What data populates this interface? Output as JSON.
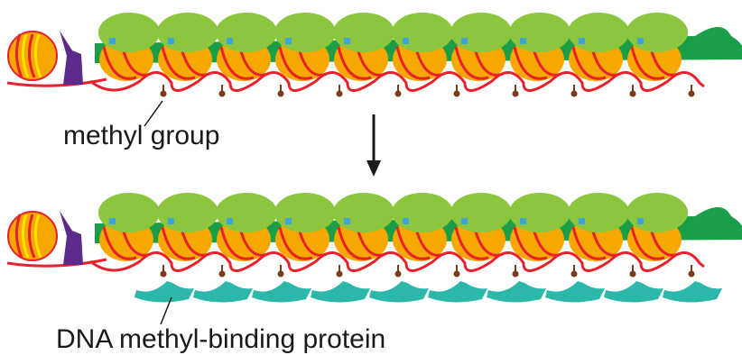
{
  "labels": {
    "methyl_group": "methyl group",
    "methyl_binding_protein": "DNA methyl-binding protein"
  },
  "colors": {
    "dna": "#e8212d",
    "histone_core": "#f6a800",
    "histone_yellow": "#ffe000",
    "histone_green": "#8cc63f",
    "dark_green": "#1a9e47",
    "purple": "#5b2a8a",
    "methyl": "#7a3b1c",
    "teal": "#2bb8aa",
    "marker_blue": "#3fa4d8"
  },
  "diagram": {
    "nucleosome_count": 10,
    "rows": [
      {
        "name": "before",
        "has_binding_proteins": false
      },
      {
        "name": "after",
        "has_binding_proteins": true
      }
    ],
    "arrow_direction": "down"
  }
}
